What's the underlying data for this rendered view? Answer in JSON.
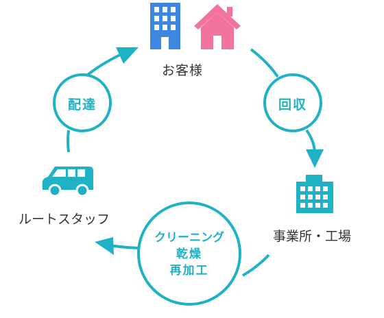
{
  "colors": {
    "accent": "#1fb1c4",
    "building_blue": "#3e86df",
    "house_pink": "#f2739c",
    "text": "#333333"
  },
  "nodes": {
    "customer": {
      "label": "お客様",
      "icons": [
        "office-building-icon",
        "house-icon"
      ]
    },
    "factory": {
      "label": "事業所・工場",
      "icon": "factory-building-icon"
    },
    "staff": {
      "label": "ルートスタッフ",
      "icon": "delivery-van-icon"
    }
  },
  "steps": {
    "collect": "回収",
    "deliver": "配達",
    "process": [
      "クリーニング",
      "乾燥",
      "再加工"
    ]
  }
}
